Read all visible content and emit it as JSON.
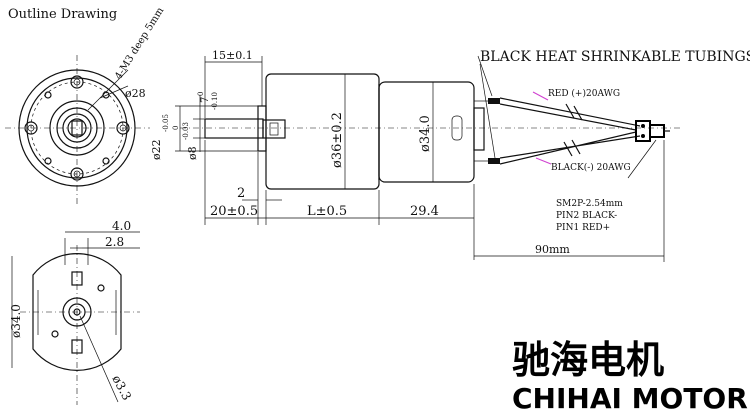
{
  "title": "Outline Drawing",
  "annotations": {
    "tubings": "BLACK HEAT SHRINKABLE TUBINGS",
    "red_wire": "RED  (+)20AWG",
    "black_wire": "BLACK(-)  20AWG",
    "connector_line1": "SM2P-2.54mm",
    "connector_line2": "PIN2 BLACK-",
    "connector_line3": "PIN1 RED+"
  },
  "dimensions": {
    "screw_holes": "4-M3 deep 5mm",
    "pcd": "ø28",
    "shaft_len": "15±0.1",
    "flat_len": "7",
    "flat_tol_upper": "0",
    "flat_tol_lower": "-0.10",
    "boss_dia": "ø22",
    "boss_tol": "-0.05",
    "shaft_dia": "ø8",
    "shaft_tol_upper": "0",
    "shaft_tol_lower": "-0.03",
    "gearbox_dia": "ø36±0.2",
    "motor_dia": "ø34.0",
    "flange": "2",
    "front_len": "20±0.5",
    "gear_len": "L±0.5",
    "motor_len": "29.4",
    "lead_len": "90mm",
    "rear_w1": "4.0",
    "rear_w2": "2.8",
    "rear_dia": "ø34.0",
    "rear_hole": "ø3.3"
  },
  "brand": {
    "chinese": "驰海电机",
    "english": "CHIHAI MOTOR"
  }
}
